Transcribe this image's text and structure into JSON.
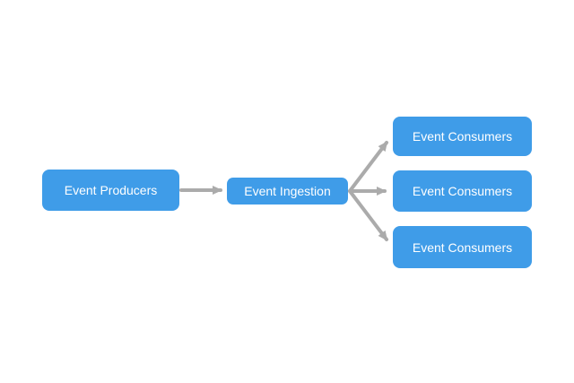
{
  "diagram": {
    "colors": {
      "background": "#FFFFFF",
      "node_fill": "#3F9CE8",
      "node_text": "#FFFFFF",
      "arrow": "#ABABAB"
    },
    "nodes": [
      {
        "id": "producers",
        "label": "Event Producers"
      },
      {
        "id": "ingestion",
        "label": "Event Ingestion"
      },
      {
        "id": "consumer-1",
        "label": "Event Consumers"
      },
      {
        "id": "consumer-2",
        "label": "Event Consumers"
      },
      {
        "id": "consumer-3",
        "label": "Event Consumers"
      }
    ],
    "edges": [
      {
        "from": "producers",
        "to": "ingestion"
      },
      {
        "from": "ingestion",
        "to": "consumer-1"
      },
      {
        "from": "ingestion",
        "to": "consumer-2"
      },
      {
        "from": "ingestion",
        "to": "consumer-3"
      }
    ]
  }
}
